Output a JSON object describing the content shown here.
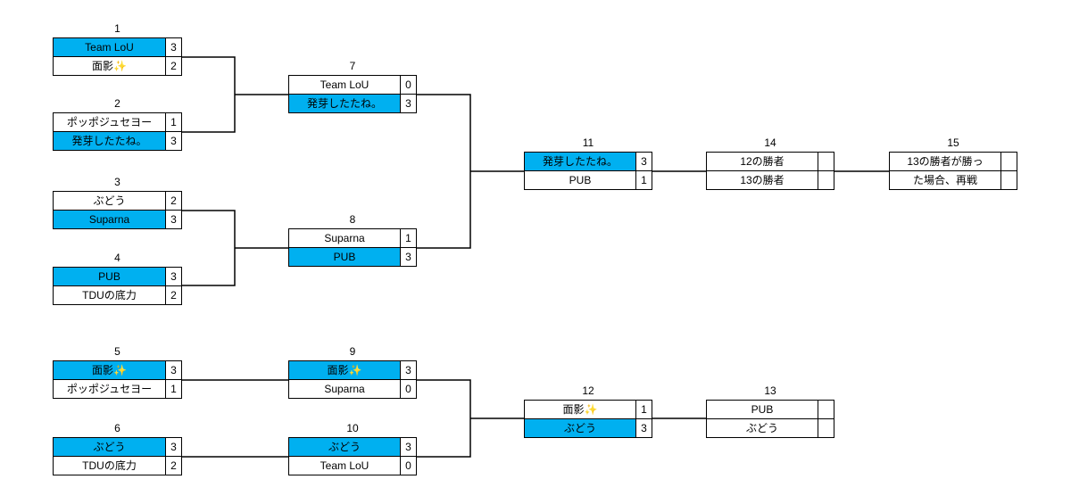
{
  "colors": {
    "winner_highlight": "#00b0f0",
    "line": "#000000"
  },
  "matches": [
    {
      "num": "1",
      "rows": [
        {
          "name": "Team LoU",
          "score": "3",
          "win": true
        },
        {
          "name": "面影✨",
          "score": "2",
          "win": false
        }
      ]
    },
    {
      "num": "2",
      "rows": [
        {
          "name": "ポッポジュセヨー",
          "score": "1",
          "win": false
        },
        {
          "name": "発芽したたね。",
          "score": "3",
          "win": true
        }
      ]
    },
    {
      "num": "3",
      "rows": [
        {
          "name": "ぶどう",
          "score": "2",
          "win": false
        },
        {
          "name": "Suparna",
          "score": "3",
          "win": true
        }
      ]
    },
    {
      "num": "4",
      "rows": [
        {
          "name": "PUB",
          "score": "3",
          "win": true
        },
        {
          "name": "TDUの底力",
          "score": "2",
          "win": false
        }
      ]
    },
    {
      "num": "5",
      "rows": [
        {
          "name": "面影✨",
          "score": "3",
          "win": true
        },
        {
          "name": "ポッポジュセヨー",
          "score": "1",
          "win": false
        }
      ]
    },
    {
      "num": "6",
      "rows": [
        {
          "name": "ぶどう",
          "score": "3",
          "win": true
        },
        {
          "name": "TDUの底力",
          "score": "2",
          "win": false
        }
      ]
    },
    {
      "num": "7",
      "rows": [
        {
          "name": "Team LoU",
          "score": "0",
          "win": false
        },
        {
          "name": "発芽したたね。",
          "score": "3",
          "win": true
        }
      ]
    },
    {
      "num": "8",
      "rows": [
        {
          "name": "Suparna",
          "score": "1",
          "win": false
        },
        {
          "name": "PUB",
          "score": "3",
          "win": true
        }
      ]
    },
    {
      "num": "9",
      "rows": [
        {
          "name": "面影✨",
          "score": "3",
          "win": true
        },
        {
          "name": "Suparna",
          "score": "0",
          "win": false
        }
      ]
    },
    {
      "num": "10",
      "rows": [
        {
          "name": "ぶどう",
          "score": "3",
          "win": true
        },
        {
          "name": "Team LoU",
          "score": "0",
          "win": false
        }
      ]
    },
    {
      "num": "11",
      "rows": [
        {
          "name": "発芽したたね。",
          "score": "3",
          "win": true
        },
        {
          "name": "PUB",
          "score": "1",
          "win": false
        }
      ]
    },
    {
      "num": "12",
      "rows": [
        {
          "name": "面影✨",
          "score": "1",
          "win": false
        },
        {
          "name": "ぶどう",
          "score": "3",
          "win": true
        }
      ]
    },
    {
      "num": "13",
      "rows": [
        {
          "name": "PUB",
          "score": "",
          "win": false
        },
        {
          "name": "ぶどう",
          "score": "",
          "win": false
        }
      ]
    },
    {
      "num": "14",
      "rows": [
        {
          "name": "12の勝者",
          "score": "",
          "win": false
        },
        {
          "name": "13の勝者",
          "score": "",
          "win": false
        }
      ]
    },
    {
      "num": "15",
      "rows": [
        {
          "name": "13の勝者が勝っ",
          "score": "",
          "win": false
        },
        {
          "name": "た場合、再戦",
          "score": "",
          "win": false
        }
      ]
    }
  ]
}
